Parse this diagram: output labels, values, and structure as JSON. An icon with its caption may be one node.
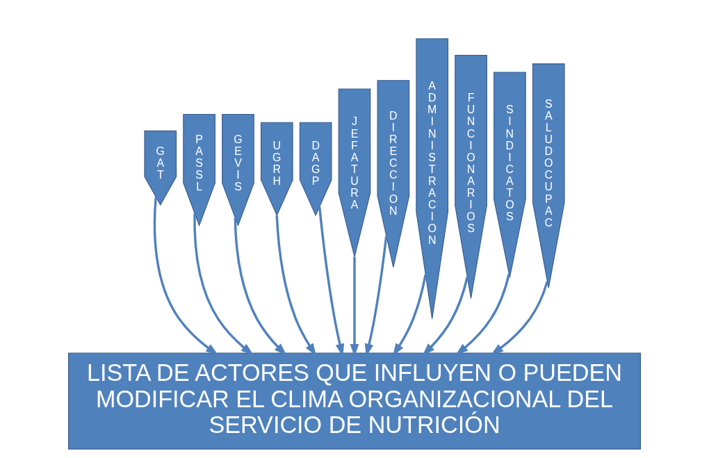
{
  "diagram": {
    "nodes": [
      {
        "text": [
          "GAT"
        ]
      },
      {
        "text": [
          "PASSL"
        ]
      },
      {
        "text": [
          "GEVIS"
        ]
      },
      {
        "text": [
          "UGRH"
        ]
      },
      {
        "text": [
          "DAGP"
        ]
      },
      {
        "text": [
          "JEFATURA"
        ]
      },
      {
        "text": [
          "DIRECCION"
        ]
      },
      {
        "text": [
          "ADMINISTRACION"
        ]
      },
      {
        "text": [
          "FUNCIONARIOS"
        ]
      },
      {
        "text": [
          "SINDICATOS"
        ]
      },
      {
        "text": [
          "SALUDOCUPAC"
        ]
      },
      {
        "text": [
          "LISTA DE ACTORES QUE INFLUYEN O PUEDEN MODIFICAR EL CLIMA ORGANIZACIONAL DEL SERVICIO DE NUTRICIÓN"
        ]
      }
    ],
    "edges": [
      {
        "from": 0,
        "to": 11,
        "arrow": "to"
      },
      {
        "from": 1,
        "to": 11,
        "arrow": "to"
      },
      {
        "from": 2,
        "to": 11,
        "arrow": "to"
      },
      {
        "from": 3,
        "to": 11,
        "arrow": "to"
      },
      {
        "from": 4,
        "to": 11,
        "arrow": "to"
      },
      {
        "from": 5,
        "to": 11,
        "arrow": "to"
      },
      {
        "from": 6,
        "to": 11,
        "arrow": "to"
      },
      {
        "from": 7,
        "to": 11,
        "arrow": "to"
      },
      {
        "from": 8,
        "to": 11,
        "arrow": "to"
      },
      {
        "from": 9,
        "to": 11,
        "arrow": "to"
      },
      {
        "from": 10,
        "to": 11,
        "arrow": "to"
      }
    ]
  }
}
